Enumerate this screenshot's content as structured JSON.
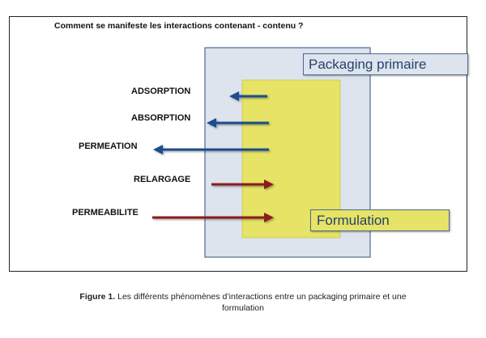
{
  "title": "Comment se manifeste les interactions contenant - contenu ?",
  "labels": {
    "packaging": "Packaging primaire",
    "formulation": "Formulation"
  },
  "phenomena": [
    {
      "label": "ADSORPTION",
      "direction": "out",
      "color": "#1f4e8c"
    },
    {
      "label": "ABSORPTION",
      "direction": "out",
      "color": "#1f4e8c"
    },
    {
      "label": "PERMEATION",
      "direction": "out",
      "color": "#1f4e8c"
    },
    {
      "label": "RELARGAGE",
      "direction": "in",
      "color": "#8b1a1a"
    },
    {
      "label": "PERMEABILITE",
      "direction": "in",
      "color": "#8b1a1a"
    }
  ],
  "colors": {
    "packaging_fill": "#dde4ee",
    "packaging_border": "#4f6b8f",
    "formulation_fill": "#e6e366",
    "outgoing_arrow": "#1f4e8c",
    "incoming_arrow": "#8b1a1a"
  },
  "caption": {
    "prefix": "Figure 1.",
    "line1": " Les différents phénomènes d’interactions entre un packaging primaire et une",
    "line2": "formulation"
  }
}
